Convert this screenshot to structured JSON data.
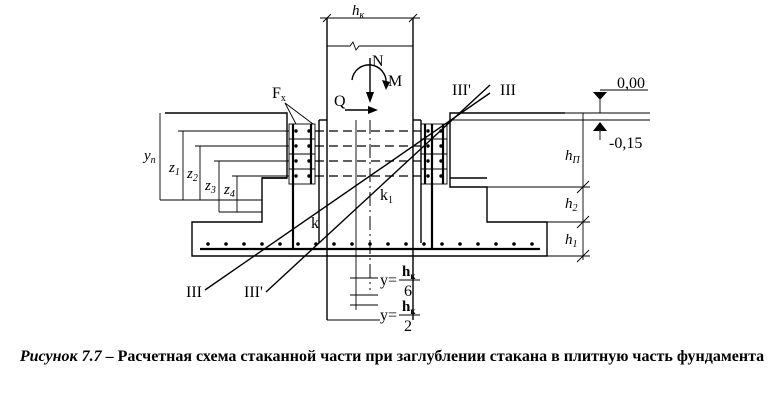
{
  "labels": {
    "hk": "h",
    "hk_sub": "к",
    "N": "N",
    "M": "M",
    "Q": "Q",
    "Fx": "F",
    "Fx_sub": "x",
    "III_top": "III",
    "IIIp_top": "III'",
    "level_top": "0,00",
    "level_bottom": "-0,15",
    "hp": "h",
    "hp_sub": "П",
    "h2": "h",
    "h2_sub": "2",
    "h1": "h",
    "h1_sub": "1",
    "yp": "y",
    "yp_sub": "п",
    "z1": "z",
    "z1_sub": "1",
    "z2": "z",
    "z2_sub": "2",
    "z3": "z",
    "z3_sub": "3",
    "z4": "z",
    "z4_sub": "4",
    "k1": "k",
    "k1_sub": "1",
    "k": "k",
    "III_bottom": "III",
    "IIIp_bottom": "III'",
    "y1_lhs": "y=",
    "y1_num": "h",
    "y1_num_sub": "к",
    "y1_den": "6",
    "y2_lhs": "y=",
    "y2_num": "h",
    "y2_num_sub": "к",
    "y2_den": "2"
  },
  "caption": {
    "label": "Рисунок 7.7",
    "text": " – Расчетная схема стаканной части при заглублении стакана в плитную часть фундамента"
  }
}
